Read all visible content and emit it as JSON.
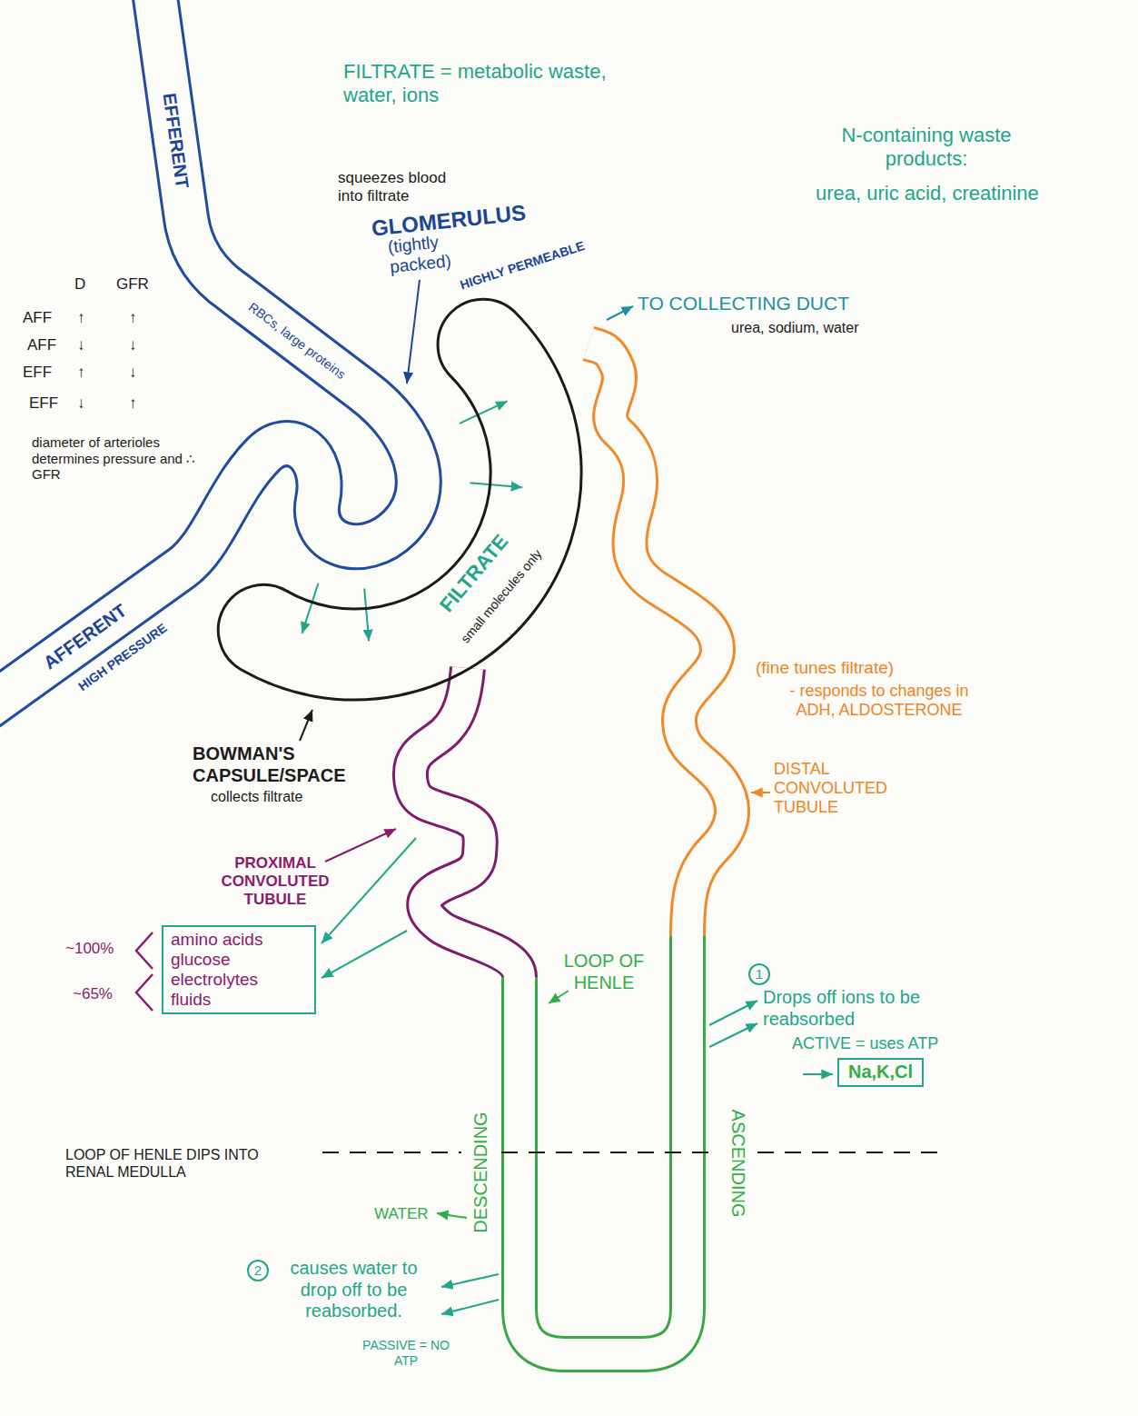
{
  "diagram": {
    "nodes": [
      {
        "text": [
          "FILTRATE",
          "small molecules only"
        ]
      },
      {
        "text": [
          "amino acids",
          "glucose",
          "electrolytes",
          "fluids"
        ]
      },
      {
        "text": [
          "Na,K,Cl"
        ]
      }
    ],
    "labels": [
      "FILTRATE = metabolic waste, water, ions",
      "N-containing waste products:",
      "urea, uric acid, creatinine",
      "squeezes blood into filtrate",
      "GLOMERULUS",
      "(tightly packed)",
      "HIGHLY PERMEABLE",
      "EFFERENT",
      "RBCs, large proteins",
      "AFFERENT",
      "HIGH PRESSURE",
      "D",
      "GFR",
      "AFF",
      "↑",
      "↑",
      "AFF",
      "↓",
      "↓",
      "EFF",
      "↑",
      "↓",
      "EFF",
      "↓",
      "↑",
      "diameter of arterioles determines pressure and ∴ GFR",
      "TO COLLECTING DUCT",
      "urea, sodium, water",
      "(fine tunes filtrate)",
      "- responds to changes in ADH, ALDOSTERONE",
      "DISTAL CONVOLUTED TUBULE",
      "BOWMAN'S CAPSULE/SPACE",
      "collects filtrate",
      "PROXIMAL CONVOLUTED TUBULE",
      "~100%",
      "~65%",
      "LOOP OF HENLE",
      "1",
      "Drops off ions to be reabsorbed",
      "ACTIVE = uses ATP",
      "DESCENDING",
      "ASCENDING",
      "LOOP OF HENLE DIPS INTO RENAL MEDULLA",
      "WATER",
      "2",
      "causes water to drop off to be reabsorbed.",
      "PASSIVE = NO ATP"
    ]
  }
}
